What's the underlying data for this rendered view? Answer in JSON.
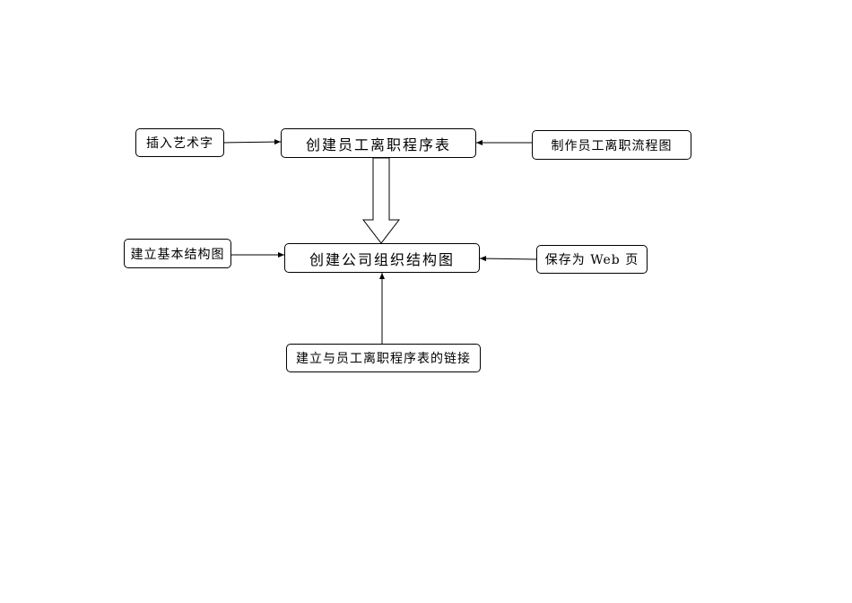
{
  "diagram": {
    "nodes": {
      "insert_wordart": "插入艺术字",
      "create_resignation_form": "创建员工离职程序表",
      "make_resignation_flowchart": "制作员工离职流程图",
      "build_basic_structure": "建立基本结构图",
      "create_org_chart": "创建公司组织结构图",
      "save_as_web": "保存为 Web 页",
      "create_link": "建立与员工离职程序表的链接"
    }
  }
}
